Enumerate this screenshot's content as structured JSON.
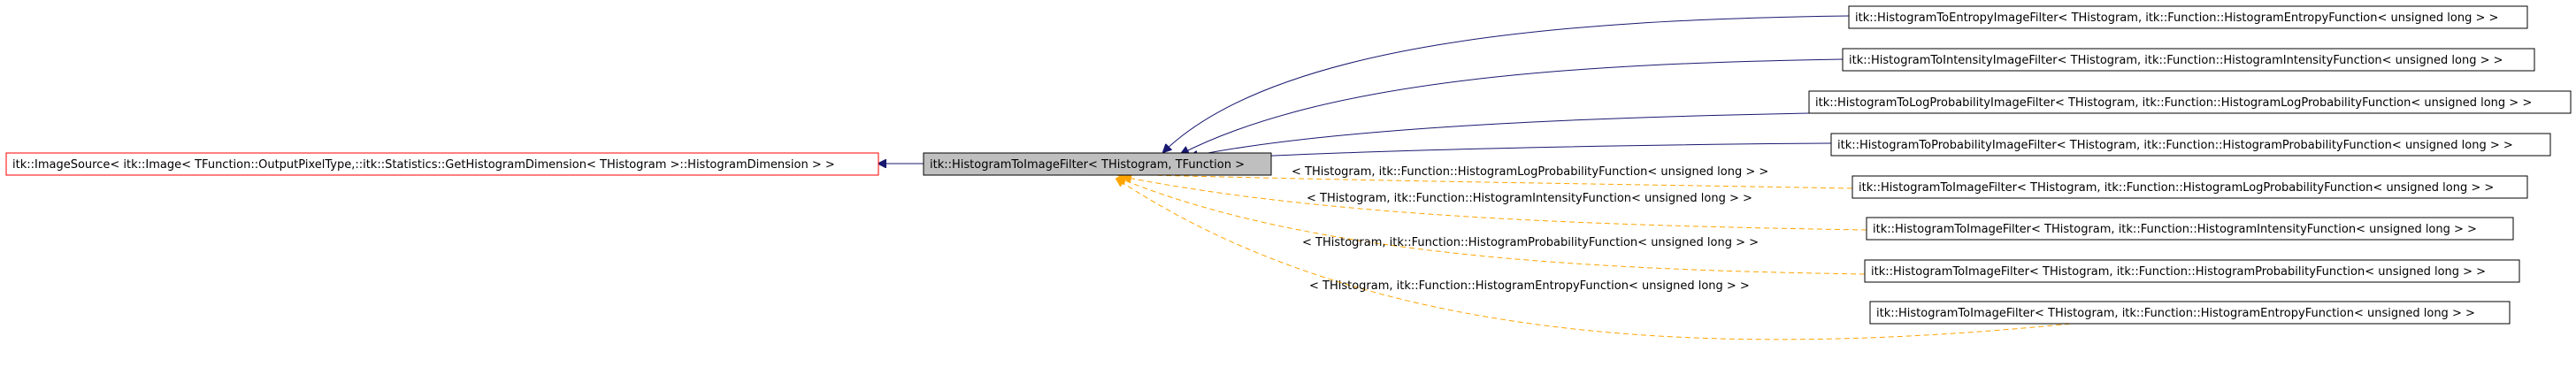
{
  "colors": {
    "node_border": "#000000",
    "root_node_border": "#ff0000",
    "focus_node_fill": "#bfbfbf",
    "inheritance_edge": "#191970",
    "template_edge": "#ffa500"
  },
  "nodes": {
    "image_source": "itk::ImageSource< itk::Image< TFunction::OutputPixelType,::itk::Statistics::GetHistogramDimension< THistogram >::HistogramDimension > >",
    "histogram_to_image_filter": "itk::HistogramToImageFilter< THistogram, TFunction >",
    "entropy_filter": "itk::HistogramToEntropyImageFilter< THistogram, itk::Function::HistogramEntropyFunction< unsigned long > >",
    "intensity_filter": "itk::HistogramToIntensityImageFilter< THistogram, itk::Function::HistogramIntensityFunction< unsigned long > >",
    "log_probability_filter": "itk::HistogramToLogProbabilityImageFilter< THistogram, itk::Function::HistogramLogProbabilityFunction< unsigned long > >",
    "probability_filter": "itk::HistogramToProbabilityImageFilter< THistogram, itk::Function::HistogramProbabilityFunction< unsigned long > >",
    "inst_log_probability": "itk::HistogramToImageFilter< THistogram, itk::Function::HistogramLogProbabilityFunction< unsigned long > >",
    "inst_intensity": "itk::HistogramToImageFilter< THistogram, itk::Function::HistogramIntensityFunction< unsigned long > >",
    "inst_probability": "itk::HistogramToImageFilter< THistogram, itk::Function::HistogramProbabilityFunction< unsigned long > >",
    "inst_entropy": "itk::HistogramToImageFilter< THistogram, itk::Function::HistogramEntropyFunction< unsigned long > >"
  },
  "edge_labels": {
    "log_probability": "< THistogram, itk::Function::HistogramLogProbabilityFunction< unsigned long > >",
    "intensity": "< THistogram, itk::Function::HistogramIntensityFunction< unsigned long > >",
    "probability": "< THistogram, itk::Function::HistogramProbabilityFunction< unsigned long > >",
    "entropy": "< THistogram, itk::Function::HistogramEntropyFunction< unsigned long > >"
  }
}
